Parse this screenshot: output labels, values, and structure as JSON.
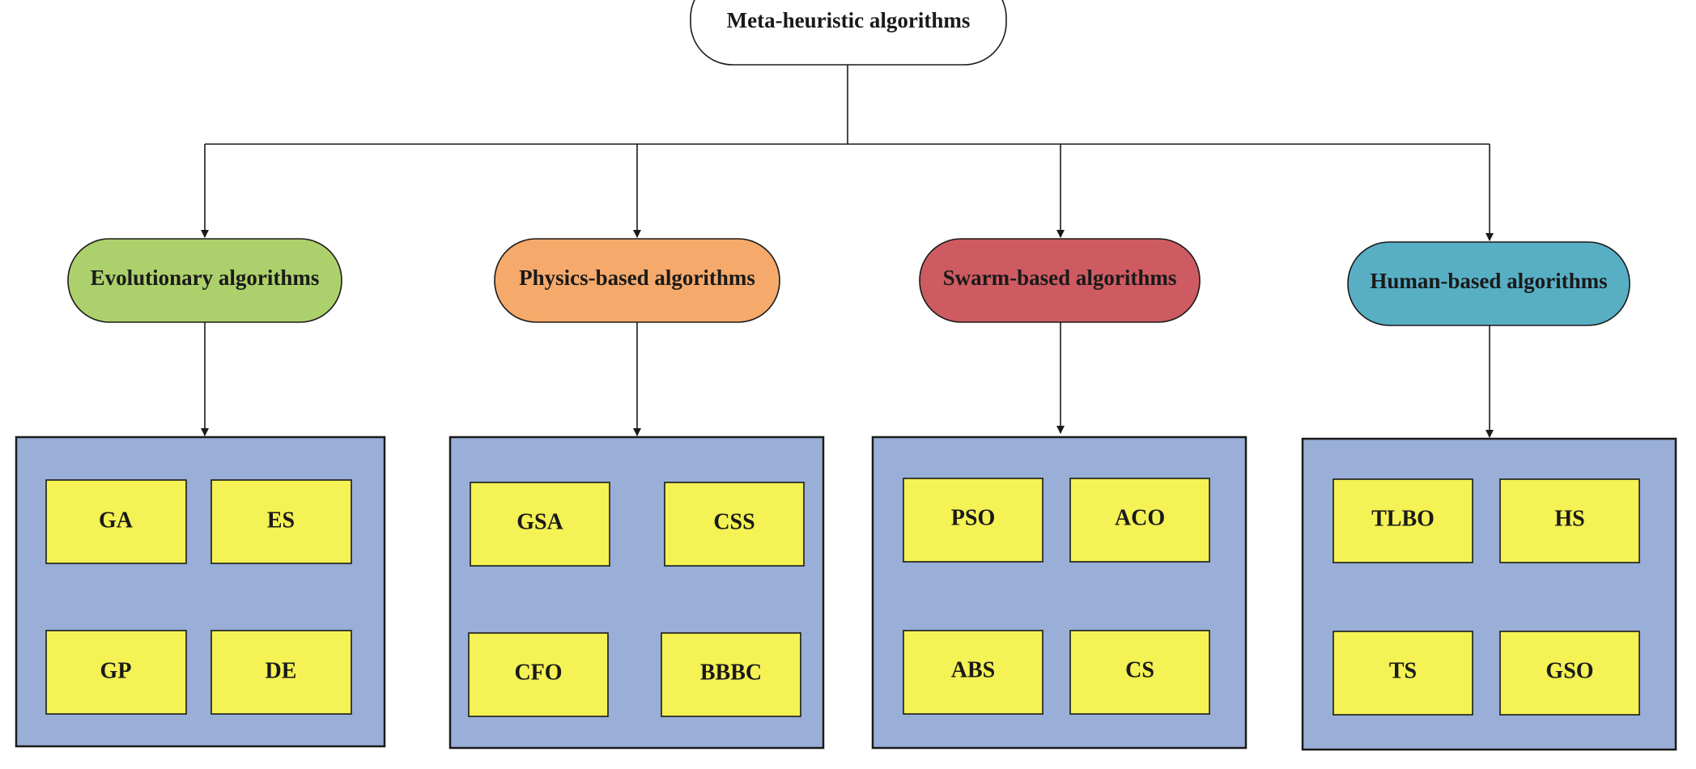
{
  "root": {
    "label": "Meta-heuristic algorithms"
  },
  "categories": [
    {
      "label": "Evolutionary algorithms",
      "color": "#acd06b",
      "items": [
        "GA",
        "ES",
        "GP",
        "DE"
      ]
    },
    {
      "label": "Physics-based algorithms",
      "color": "#f5a96a",
      "items": [
        "GSA",
        "CSS",
        "CFO",
        "BBBC"
      ]
    },
    {
      "label": "Swarm-based algorithms",
      "color": "#cd5b61",
      "items": [
        "PSO",
        "ACO",
        "ABS",
        "CS"
      ]
    },
    {
      "label": "Human-based algorithms",
      "color": "#58afc4",
      "items": [
        "TLBO",
        "HS",
        "TS",
        "GSO"
      ]
    }
  ],
  "colors": {
    "panel": "#99afd7",
    "item": "#f4f254",
    "line": "#1a1a1a"
  }
}
